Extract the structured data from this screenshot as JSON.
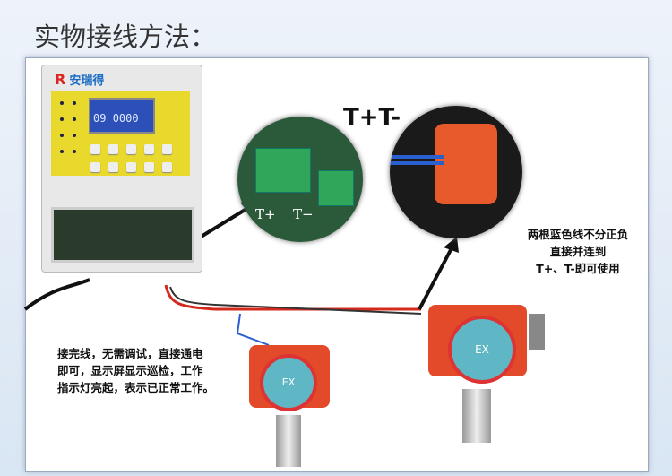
{
  "title": "实物接线方法：",
  "controller": {
    "brand": "安瑞得",
    "display_left": "09",
    "display_right": "0000"
  },
  "zoom_terminals": {
    "t_plus": "T+",
    "t_minus": "T−"
  },
  "terminal_heading": "T+T-",
  "note_right": [
    "两根蓝色线不分正负",
    "直接并连到",
    "T+、T-即可使用"
  ],
  "note_left": [
    "接完线，无需调试，直接通电",
    "即可，显示屏显示巡检，工作",
    "指示灯亮起，表示已正常工作。"
  ],
  "detector_label": "EX",
  "colors": {
    "wire_red": "#d42a1e",
    "wire_blue": "#2a5fd0",
    "detector": "#e24a2a",
    "lens": "#5fb7c5",
    "lcd": "#2c4fb8",
    "panel": "#e9d92d"
  }
}
